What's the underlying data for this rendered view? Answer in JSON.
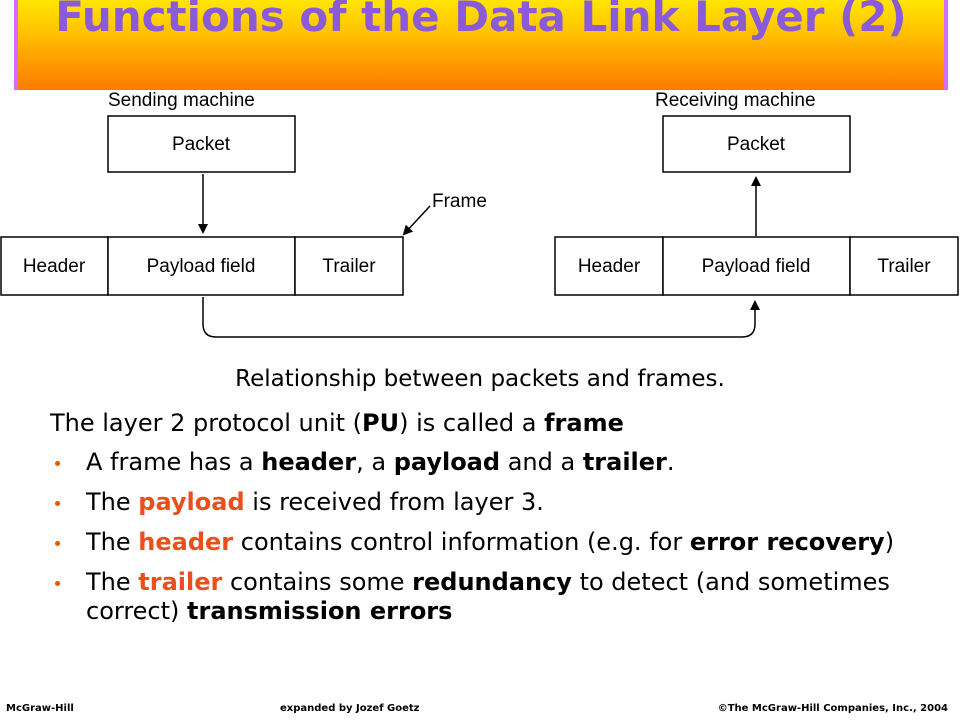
{
  "title": "Functions of the Data Link Layer (2)",
  "diagram": {
    "sending_label": "Sending machine",
    "receiving_label": "Receiving machine",
    "packet_label": "Packet",
    "frame_label": "Frame",
    "header_label": "Header",
    "payload_label": "Payload field",
    "trailer_label": "Trailer"
  },
  "caption": "Relationship between packets and frames.",
  "lead": {
    "t1": "The layer 2 protocol unit (",
    "pu": "PU",
    "t2": ") is called a ",
    "frame": "frame"
  },
  "bullets": [
    {
      "parts": [
        "A frame has a ",
        "header",
        ", a ",
        "payload",
        " and a ",
        "trailer",
        "."
      ]
    },
    {
      "parts": [
        "The ",
        "payload",
        " is received from layer 3."
      ]
    },
    {
      "parts": [
        "The ",
        "header",
        " contains control information (e.g. for ",
        "error recovery",
        ")"
      ]
    },
    {
      "parts": [
        "The ",
        "trailer",
        " contains some ",
        "redundancy",
        " to detect (and sometimes correct) ",
        "transmission errors",
        ""
      ]
    }
  ],
  "footer": {
    "left": "McGraw-Hill",
    "center": "expanded by Jozef Goetz",
    "right": "©The McGraw-Hill Companies, Inc., 2004"
  }
}
